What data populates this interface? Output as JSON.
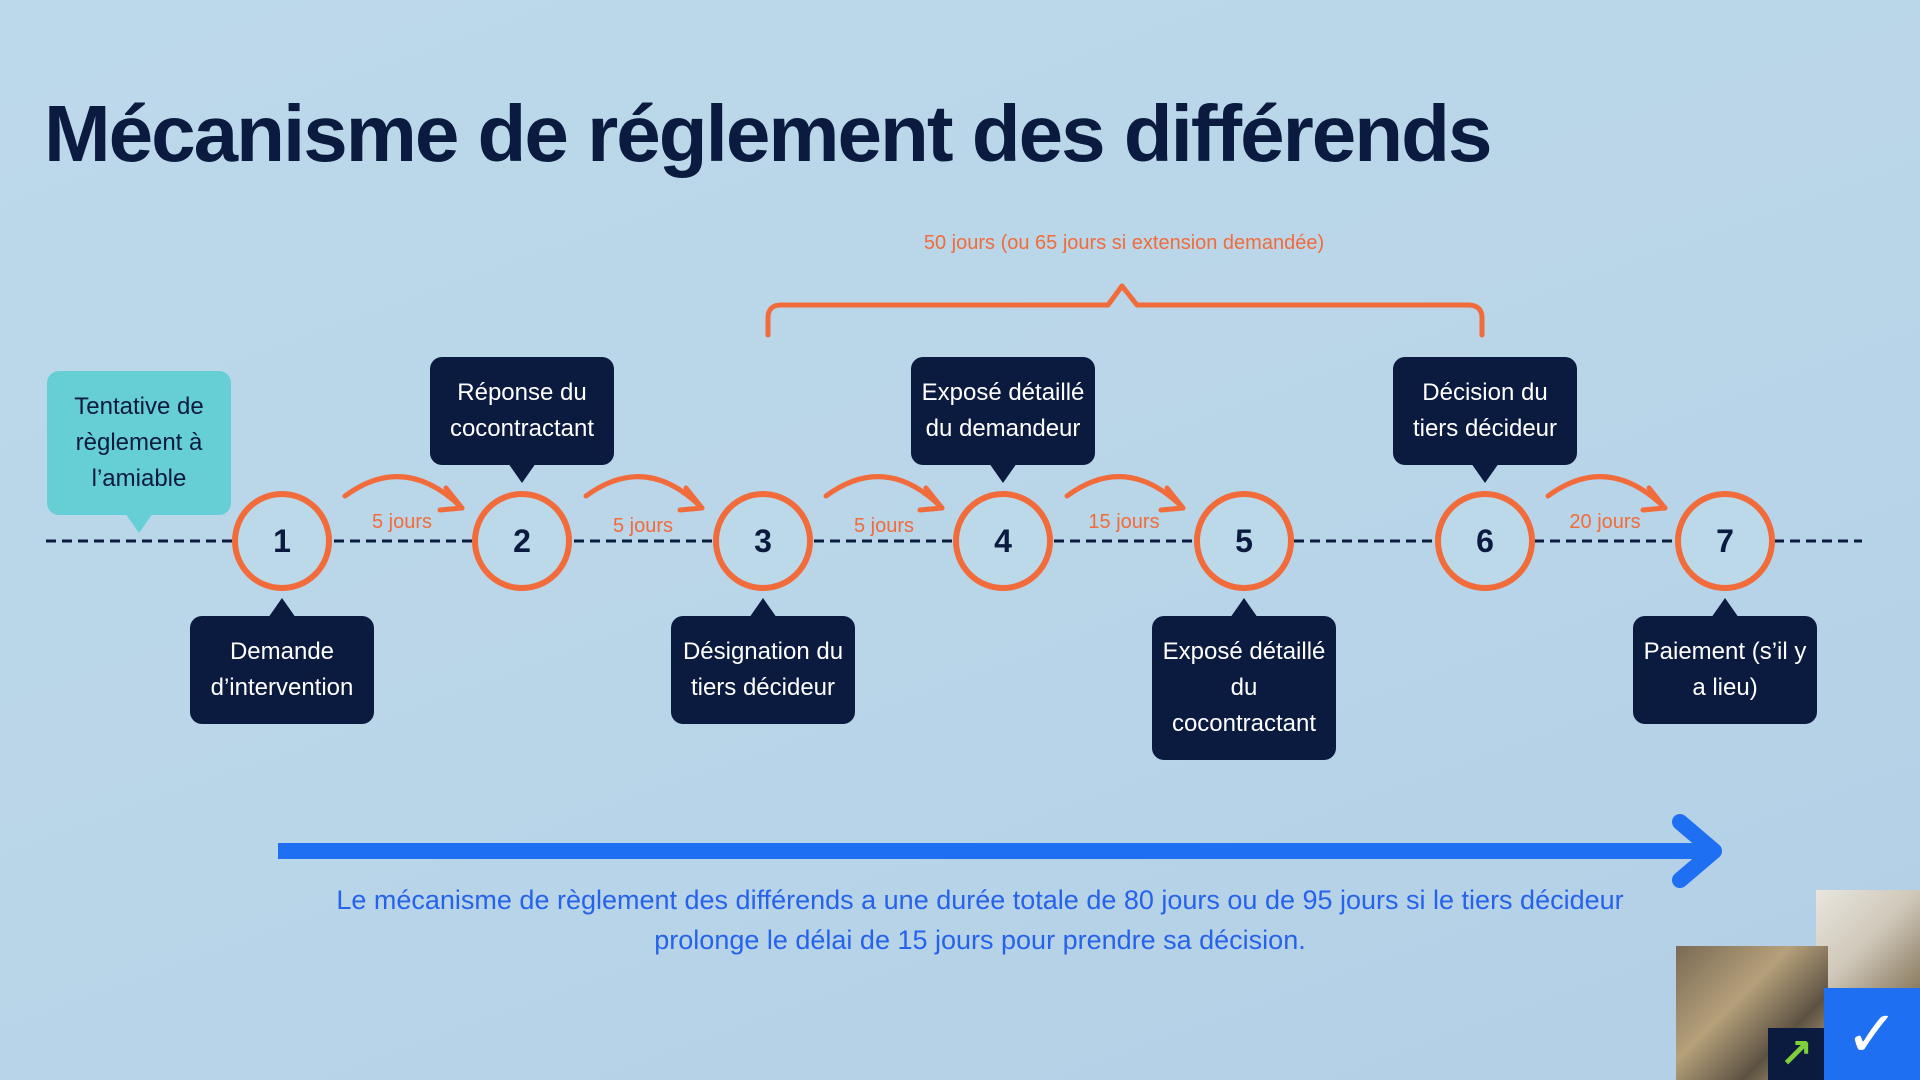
{
  "slide": {
    "title": "Mécanisme de réglement des différends",
    "span_label": "50 jours (ou 65 jours si extension demandée)",
    "pre_step_label": "Tentative de règlement à l’amiable",
    "summary": "Le mécanisme de règlement des différends a une durée totale de 80 jours ou de 95 jours si le tiers décideur prolonge le délai de 15 jours pour prendre sa décision."
  },
  "steps": [
    {
      "number": "1",
      "label": "Demande d’intervention",
      "position": "below"
    },
    {
      "number": "2",
      "label": "Réponse du cocontractant",
      "position": "above"
    },
    {
      "number": "3",
      "label": "Désignation du tiers décideur",
      "position": "below"
    },
    {
      "number": "4",
      "label": "Exposé détaillé du demandeur",
      "position": "above"
    },
    {
      "number": "5",
      "label": "Exposé détaillé du cocontractant",
      "position": "below"
    },
    {
      "number": "6",
      "label": "Décision du tiers décideur",
      "position": "above"
    },
    {
      "number": "7",
      "label": "Paiement (s’il y a lieu)",
      "position": "below"
    }
  ],
  "durations": [
    {
      "label": "5 jours",
      "from_step": "1",
      "to_step": "2"
    },
    {
      "label": "5 jours",
      "from_step": "2",
      "to_step": "3"
    },
    {
      "label": "5 jours",
      "from_step": "3",
      "to_step": "4"
    },
    {
      "label": "15 jours",
      "from_step": "4",
      "to_step": "5"
    },
    {
      "label": "20 jours",
      "from_step": "6",
      "to_step": "7"
    }
  ],
  "colors": {
    "navy": "#0b1a3f",
    "orange": "#f26b3a",
    "blue": "#2563eb",
    "teal": "#66cfd6"
  },
  "icons": {
    "corner_check": "check-icon",
    "corner_arrow": "arrow-up-right-icon"
  }
}
